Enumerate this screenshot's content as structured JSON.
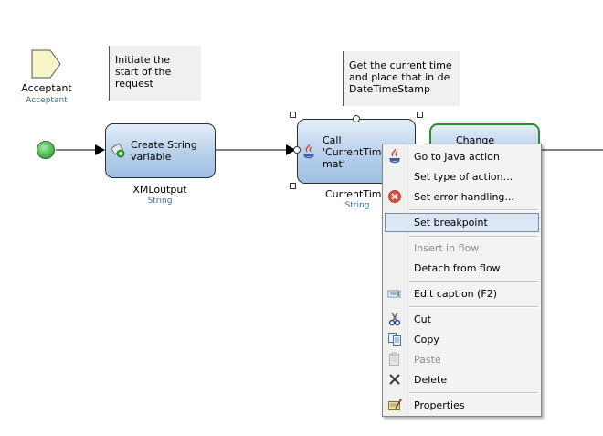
{
  "start_param": {
    "name": "Acceptant",
    "type": "Acceptant"
  },
  "annotations": {
    "initiate": "Initiate the\nstart of the\nrequest",
    "get_time": "Get the current time\nand place that in de\nDateTimeStamp"
  },
  "activities": {
    "create_string": {
      "label": "Create String\nvariable",
      "output_name": "XMLoutput",
      "output_type": "String"
    },
    "call_java": {
      "label": "Call\n'CurrentTim\nmat'",
      "output_name": "CurrentTim",
      "output_type": "String"
    },
    "change": {
      "label": "Change"
    }
  },
  "colors": {
    "start_event": "#3fa83f",
    "activity_fill": "#b7d0ea",
    "change_border": "#2e8b2e",
    "menu_highlight": "#dce6f4"
  },
  "context_menu": {
    "items": [
      {
        "label": "Go to Java action",
        "icon": "java-icon",
        "enabled": true
      },
      {
        "label": "Set type of action...",
        "icon": "",
        "enabled": true
      },
      {
        "label": "Set error handling...",
        "icon": "error-icon",
        "enabled": true
      },
      {
        "label": "Set breakpoint",
        "icon": "",
        "enabled": true,
        "highlighted": true
      },
      {
        "label": "Insert in flow",
        "icon": "",
        "enabled": false
      },
      {
        "label": "Detach from flow",
        "icon": "",
        "enabled": true
      },
      {
        "label": "Edit caption (F2)",
        "icon": "edit-caption-icon",
        "enabled": true
      },
      {
        "label": "Cut",
        "icon": "scissors-icon",
        "enabled": true
      },
      {
        "label": "Copy",
        "icon": "copy-icon",
        "enabled": true
      },
      {
        "label": "Paste",
        "icon": "paste-icon",
        "enabled": false
      },
      {
        "label": "Delete",
        "icon": "delete-icon",
        "enabled": true
      },
      {
        "label": "Properties",
        "icon": "properties-icon",
        "enabled": true
      }
    ]
  }
}
